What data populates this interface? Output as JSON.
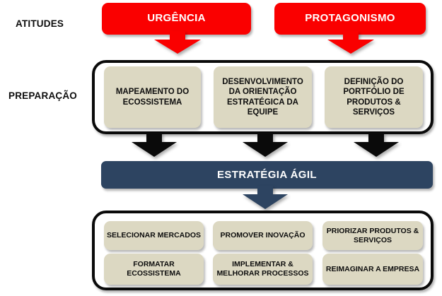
{
  "diagram": {
    "title_rows": {
      "attitudes_label": "ATITUDES",
      "preparation_label": "PREPARAÇÃO"
    },
    "colors": {
      "attitude_red": "#FA0000",
      "strategy_navy": "#2D4461",
      "card_beige": "#DCD8C2",
      "container_black": "#0A0A0A",
      "text_dark": "#0D0D0D",
      "text_light": "#FFFFFF",
      "background": "#FFFFFF"
    },
    "attitudes": [
      {
        "label": "URGÊNCIA"
      },
      {
        "label": "PROTAGONISMO"
      }
    ],
    "preparation": [
      {
        "label": "MAPEAMENTO DO ECOSSISTEMA"
      },
      {
        "label": "DESENVOLVIMENTO DA ORIENTAÇÃO ESTRATÉGICA DA EQUIPE"
      },
      {
        "label": "DEFINIÇÃO DO PORTFÓLIO DE PRODUTOS & SERVIÇOS"
      }
    ],
    "strategy": {
      "label": "ESTRATÉGIA ÁGIL"
    },
    "actions": [
      {
        "label": "SELECIONAR MERCADOS"
      },
      {
        "label": "PROMOVER INOVAÇÃO"
      },
      {
        "label": "PRIORIZAR PRODUTOS & SERVIÇOS"
      },
      {
        "label": "FORMATAR ECOSSISTEMA"
      },
      {
        "label": "IMPLEMENTAR & MELHORAR PROCESSOS"
      },
      {
        "label": "REIMAGINAR A EMPRESA"
      }
    ],
    "connectors": [
      {
        "name": "urgencia-down-arrow",
        "color": "#FA0000"
      },
      {
        "name": "protagonismo-down-arrow",
        "color": "#FA0000"
      },
      {
        "name": "preparation-to-strategy-arrow-1",
        "color": "#0A0A0A"
      },
      {
        "name": "preparation-to-strategy-arrow-2",
        "color": "#0A0A0A"
      },
      {
        "name": "preparation-to-strategy-arrow-3",
        "color": "#0A0A0A"
      },
      {
        "name": "strategy-to-actions-arrow",
        "color": "#2D4461"
      }
    ]
  }
}
